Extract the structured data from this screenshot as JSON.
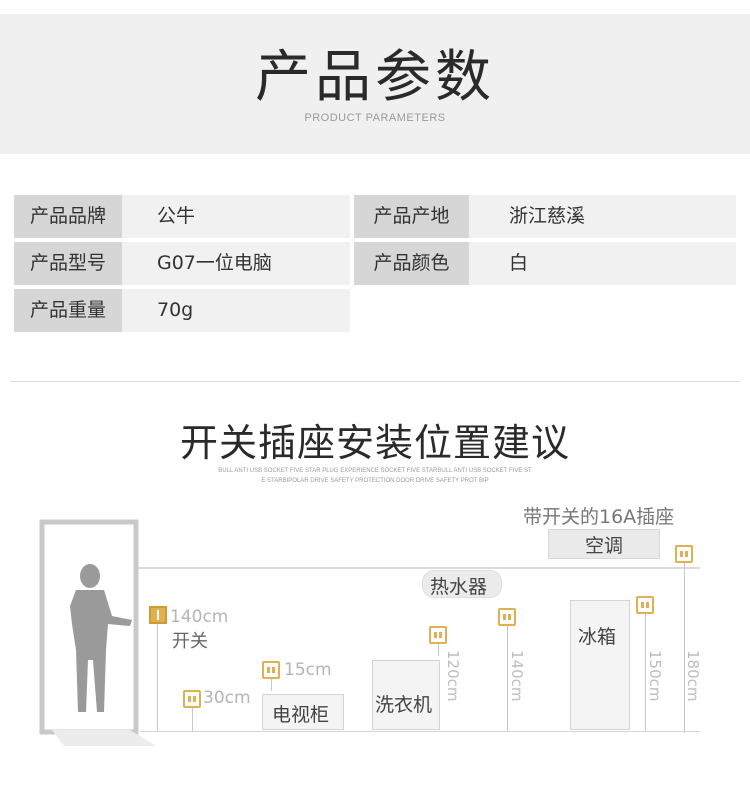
{
  "header": {
    "title": "产品参数",
    "subtitle": "PRODUCT PARAMETERS"
  },
  "specs": [
    {
      "label": "产品品牌",
      "value": "公牛"
    },
    {
      "label": "产品产地",
      "value": "浙江慈溪"
    },
    {
      "label": "产品型号",
      "value": "G07一位电脑"
    },
    {
      "label": "产品颜色",
      "value": "白"
    },
    {
      "label": "产品重量",
      "value": "70g"
    }
  ],
  "install": {
    "title": "开关插座安装位置建议",
    "subtitle_line1": "BULL ANTI USB SOCKET FIVE STAR PLUG EXPERIENCE SOCKET FIVE STARBULL ANTI USB SOCKET FIVE ST",
    "subtitle_line2": "E STARBIPOLAR DRIVE SAFETY PROTECTION DOOR DRIVE SAFETY PROT BIP",
    "ac_caption": "带开关的16A插座",
    "ac_label": "空调",
    "heater_label": "热水器",
    "switch_height": "140cm",
    "switch_label": "开关",
    "socket_30": "30cm",
    "socket_15": "15cm",
    "tv_label": "电视柜",
    "washer_label": "洗衣机",
    "washer_height": "120cm",
    "heater_height": "140cm",
    "fridge_label": "冰箱",
    "fridge_height": "150cm",
    "ac_height": "180cm"
  },
  "colors": {
    "accent": "#e0b152",
    "banner_bg": "#f0f0f0",
    "label_bg": "#d6d6d6",
    "value_bg": "#f1f1f1"
  }
}
